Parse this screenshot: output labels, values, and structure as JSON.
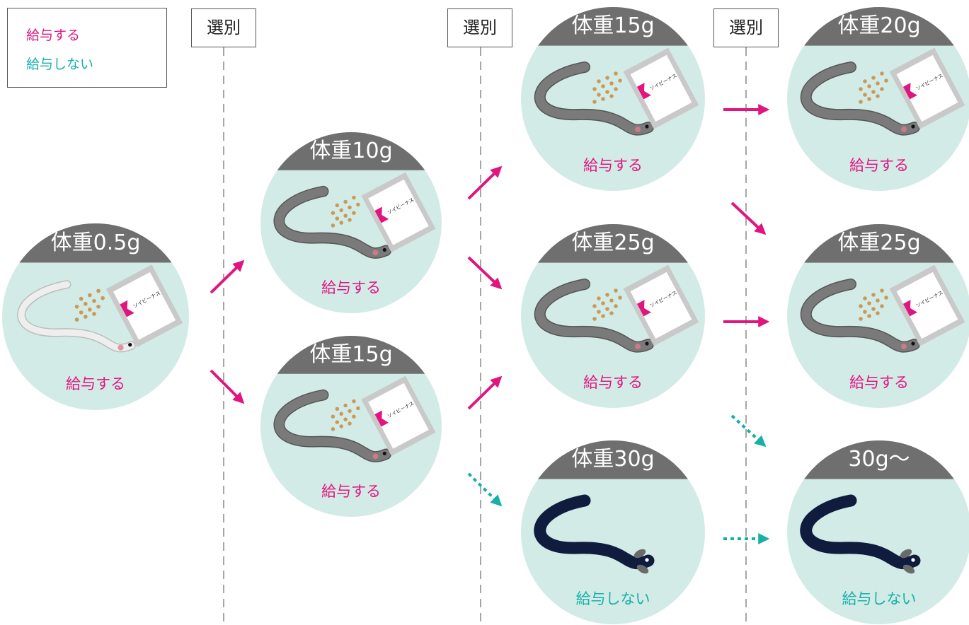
{
  "legend": {
    "feed_label": "給与する",
    "no_feed_label": "給与しない"
  },
  "select_label": "選別",
  "product_label": "ソイビーナス",
  "colors": {
    "feed": "#e0157f",
    "no_feed": "#16b0a8",
    "circle_fill": "#d3ebe7",
    "circle_header": "#6f6f6f",
    "eel_light": "#eeeeee",
    "eel_gray": "#7a7a7a",
    "eel_dark": "#0f1c3d",
    "pellet": "#c89a5a"
  },
  "circles": [
    {
      "id": "start",
      "weight": "体重0.5g",
      "feeding": "給与する",
      "fed": true,
      "eel": "light"
    },
    {
      "id": "s1-top",
      "weight": "体重10g",
      "feeding": "給与する",
      "fed": true,
      "eel": "gray"
    },
    {
      "id": "s1-bottom",
      "weight": "体重15g",
      "feeding": "給与する",
      "fed": true,
      "eel": "gray"
    },
    {
      "id": "s2-top",
      "weight": "体重15g",
      "feeding": "給与する",
      "fed": true,
      "eel": "gray"
    },
    {
      "id": "s2-middle",
      "weight": "体重25g",
      "feeding": "給与する",
      "fed": true,
      "eel": "gray"
    },
    {
      "id": "s2-bottom",
      "weight": "体重30g",
      "feeding": "給与しない",
      "fed": false,
      "eel": "dark"
    },
    {
      "id": "s3-top",
      "weight": "体重20g",
      "feeding": "給与する",
      "fed": true,
      "eel": "gray"
    },
    {
      "id": "s3-middle",
      "weight": "体重25g",
      "feeding": "給与する",
      "fed": true,
      "eel": "gray"
    },
    {
      "id": "s3-bottom",
      "weight": "30g〜",
      "feeding": "給与しない",
      "fed": false,
      "eel": "dark"
    }
  ],
  "arrows": [
    {
      "kind": "feed"
    },
    {
      "kind": "feed"
    },
    {
      "kind": "feed"
    },
    {
      "kind": "feed"
    },
    {
      "kind": "feed"
    },
    {
      "kind": "no_feed"
    },
    {
      "kind": "feed"
    },
    {
      "kind": "feed"
    },
    {
      "kind": "feed"
    },
    {
      "kind": "no_feed"
    },
    {
      "kind": "no_feed"
    }
  ]
}
